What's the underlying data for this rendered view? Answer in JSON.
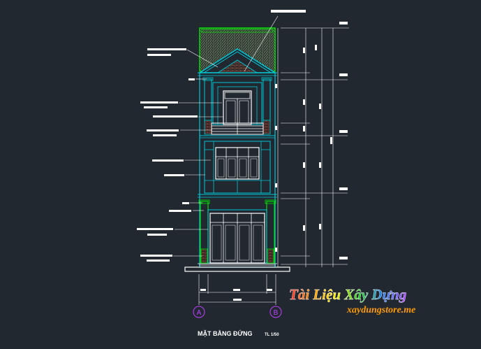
{
  "drawing": {
    "title": "MẶT BẰNG ĐỨNG",
    "scale": "TL 1/50",
    "grid_axes": [
      "A",
      "B"
    ]
  },
  "watermark": {
    "line1": "Tài Liệu Xây Dựng",
    "line2": "xaydungstore.me"
  },
  "colors": {
    "background": "#212830",
    "outline_cyan": "#00c8d8",
    "roof_green": "#00e000",
    "annotation_white": "#ffffff",
    "axis_magenta": "#c040ff",
    "brick_red": "#c06050"
  }
}
